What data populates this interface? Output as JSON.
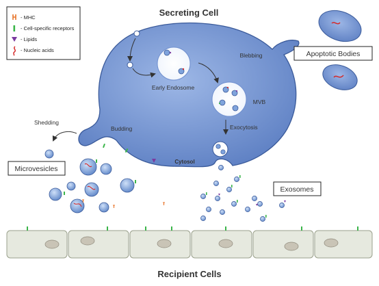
{
  "title": "Secreting Cell",
  "footer": "Recipient Cells",
  "legend": {
    "items": [
      {
        "glyph": "mhc-icon",
        "label": "- MHC",
        "color": "#e8742a"
      },
      {
        "glyph": "receptor-icon",
        "label": "- Cell-specific receptors",
        "color": "#3bb54a"
      },
      {
        "glyph": "lipid-icon",
        "label": "- Lipids",
        "color": "#7a3aa0"
      },
      {
        "glyph": "nucleic-acid-icon",
        "label": "- Nucleic acids",
        "color": "#d42a2a"
      }
    ]
  },
  "labels": {
    "early_endosome": "Early Endosome",
    "mvb": "MVB",
    "blebbing": "Blebbing",
    "budding": "Budding",
    "shedding": "Shedding",
    "exocytosis": "Exocytosis",
    "cytosol": "Cytosol",
    "apoptotic_bodies": "Apoptotic Bodies",
    "microvesicles": "Microvesicles",
    "exosomes": "Exosomes"
  },
  "colors": {
    "cell_fill": "#6f8fcf",
    "cell_stroke": "#3a5a9a",
    "vesicle_fill": "#7fa3dc",
    "recipient_fill": "#e6e9df",
    "recipient_stroke": "#9aa08c",
    "nucleus_fill": "#c9c4b6"
  }
}
